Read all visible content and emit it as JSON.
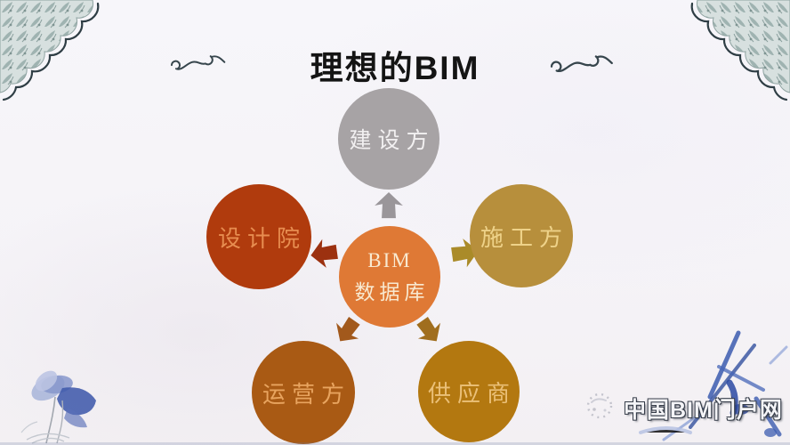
{
  "title": "理想的BIM",
  "diagram": {
    "center_node": {
      "label_line1": "BIM",
      "label_line2": "数据库",
      "color": "#df7935",
      "text_color": "#f8e9d0"
    },
    "nodes": [
      {
        "label": "建设方",
        "position": "top",
        "color": "#a7a3a5",
        "text_color": "#f2f0f1"
      },
      {
        "label": "设计院",
        "position": "left",
        "color": "#b03b0d",
        "text_color": "#e78d50"
      },
      {
        "label": "施工方",
        "position": "right",
        "color": "#b78f3c",
        "text_color": "#eed289"
      },
      {
        "label": "运营方",
        "position": "bottom-left",
        "color": "#a95a14",
        "text_color": "#e8a45f"
      },
      {
        "label": "供应商",
        "position": "bottom-right",
        "color": "#b37810",
        "text_color": "#ebc078"
      }
    ],
    "arrows": [
      {
        "direction": "up",
        "color": "#9a969a"
      },
      {
        "direction": "left",
        "color": "#9c3110"
      },
      {
        "direction": "right",
        "color": "#aa8b29"
      },
      {
        "direction": "down-left",
        "color": "#a2591c"
      },
      {
        "direction": "down-right",
        "color": "#a06e1e"
      }
    ]
  },
  "watermark": {
    "text": "中国BIM门户网",
    "logo": "dotted-swirl-logo"
  },
  "decorations": {
    "corner_ornament_fill": "#d7e0df",
    "corner_ornament_line": "#2f3e45",
    "scroll_line": "#36454c",
    "lotus_blue": "#3c5cb0",
    "background": "#f6f5f9"
  }
}
